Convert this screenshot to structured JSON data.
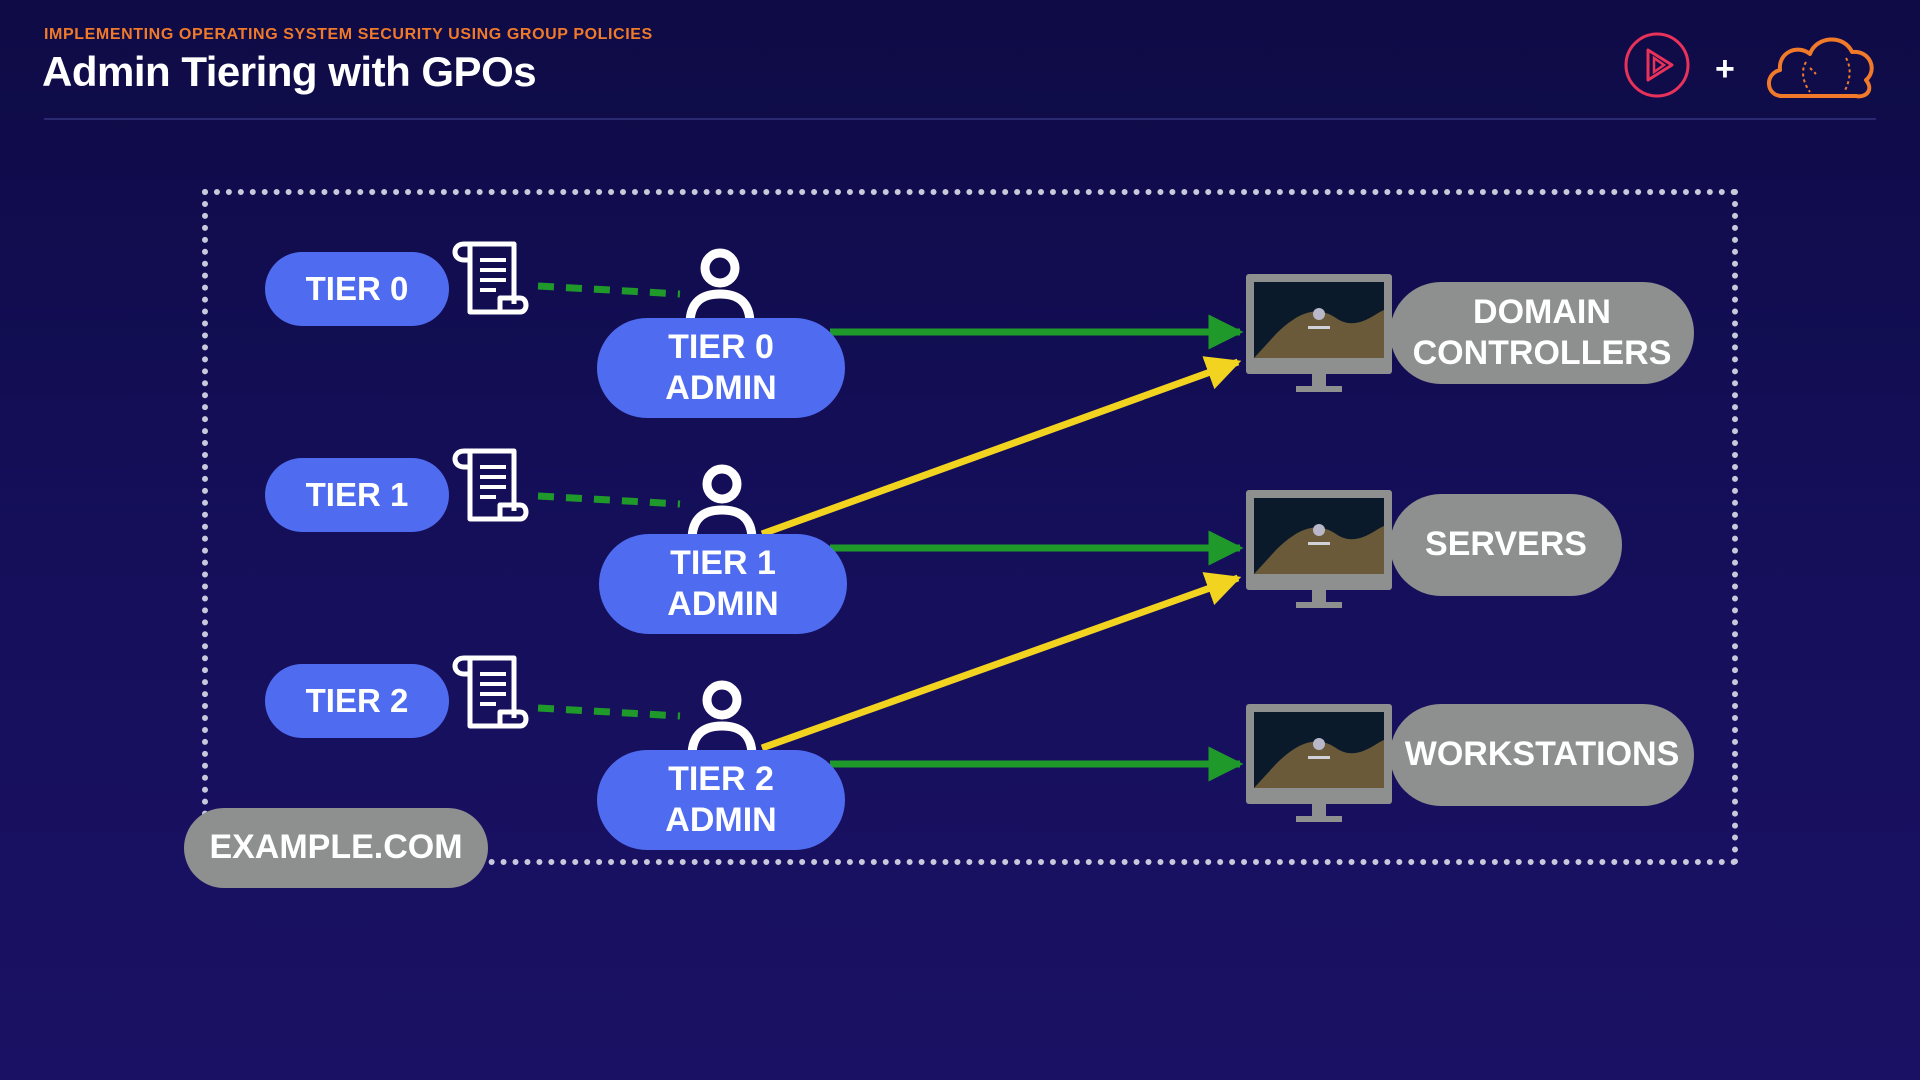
{
  "header": {
    "subtitle": "IMPLEMENTING OPERATING SYSTEM SECURITY USING GROUP POLICIES",
    "title": "Admin Tiering with GPOs",
    "plus": "+"
  },
  "domain_label": "EXAMPLE.COM",
  "tiers": [
    {
      "gpo_label": "TIER 0",
      "admin_line1": "TIER 0",
      "admin_line2": "ADMIN"
    },
    {
      "gpo_label": "TIER 1",
      "admin_line1": "TIER 1",
      "admin_line2": "ADMIN"
    },
    {
      "gpo_label": "TIER 2",
      "admin_line1": "TIER 2",
      "admin_line2": "ADMIN"
    }
  ],
  "targets": [
    {
      "line1": "DOMAIN",
      "line2": "CONTROLLERS"
    },
    {
      "line1": "SERVERS",
      "line2": ""
    },
    {
      "line1": "WORKSTATIONS",
      "line2": ""
    }
  ],
  "colors": {
    "background": "#120d50",
    "accent_orange": "#f07a2a",
    "tier_blue": "#4f6cf0",
    "target_gray": "#8e8f8f",
    "allowed_arrow": "#1f9a2a",
    "cross_tier_arrow": "#f2d31f",
    "gpo_link": "#1f9a2a"
  },
  "icons": [
    "play-logo-icon",
    "plus-icon",
    "cloud-logo-icon",
    "scroll-policy-icon",
    "user-icon",
    "monitor-icon"
  ]
}
